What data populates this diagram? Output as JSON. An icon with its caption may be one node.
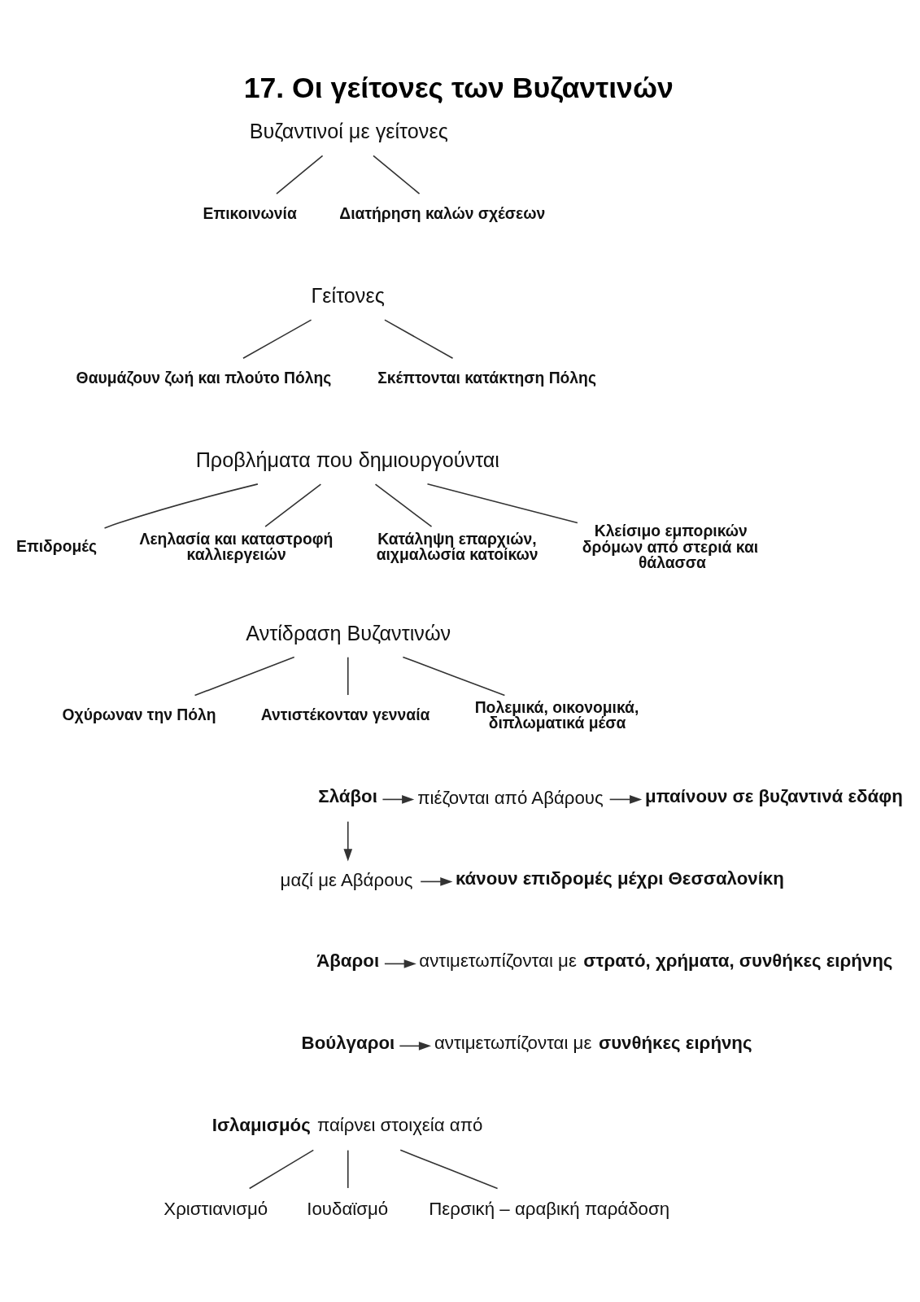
{
  "diagram": {
    "title": "17. Οι γείτονες των Βυζαντινών",
    "nodes": [
      {
        "text": [
          "Βυζαντινοί με γείτονες"
        ]
      },
      {
        "text": [
          "Επικοινωνία"
        ]
      },
      {
        "text": [
          "Διατήρηση καλών σχέσεων"
        ]
      },
      {
        "text": [
          "Γείτονες"
        ]
      },
      {
        "text": [
          "Θαυμάζουν ζωή και πλούτο Πόλης"
        ]
      },
      {
        "text": [
          "Σκέπτονται κατάκτηση Πόλης"
        ]
      },
      {
        "text": [
          "Προβλήματα που δημιουργούνται"
        ]
      },
      {
        "text": [
          "Επιδρομές"
        ]
      },
      {
        "text": [
          "Λεηλασία και καταστροφή καλλιεργειών"
        ]
      },
      {
        "text": [
          "Κατάληψη επαρχιών, αιχμαλωσία κατοίκων"
        ]
      },
      {
        "text": [
          "Κλείσιμο εμπορικών δρόμων από στεριά και θάλασσα"
        ]
      },
      {
        "text": [
          "Αντίδραση Βυζαντινών"
        ]
      },
      {
        "text": [
          "Οχύρωναν την Πόλη"
        ]
      },
      {
        "text": [
          "Αντιστέκονταν γενναία"
        ]
      },
      {
        "text": [
          "Πολεμικά, οικονομικά, διπλωματικά μέσα"
        ]
      },
      {
        "text": [
          "Σλάβοι"
        ]
      },
      {
        "text": [
          "πιέζονται από Αβάρους"
        ]
      },
      {
        "text": [
          "μπαίνουν σε βυζαντινά εδάφη"
        ]
      },
      {
        "text": [
          "μαζί με Αβάρους"
        ]
      },
      {
        "text": [
          "κάνουν επιδρομές μέχρι Θεσσαλονίκη"
        ]
      },
      {
        "text": [
          "Άβαροι"
        ]
      },
      {
        "text": [
          "αντιμετωπίζονται με **στρατό, χρήματα, συνθήκες ειρήνης**"
        ]
      },
      {
        "text": [
          "Βούλγαροι"
        ]
      },
      {
        "text": [
          "αντιμετωπίζονται με **συνθήκες ειρήνης**"
        ]
      },
      {
        "text": [
          "**Ισλαμισμός** παίρνει στοιχεία από"
        ]
      },
      {
        "text": [
          "Χριστιανισμό"
        ]
      },
      {
        "text": [
          "Ιουδαϊσμό"
        ]
      },
      {
        "text": [
          "Περσική – αραβική παράδοση"
        ]
      }
    ],
    "edges": [
      {
        "from": 0,
        "to": 1,
        "arrow": "none"
      },
      {
        "from": 0,
        "to": 2,
        "arrow": "none"
      },
      {
        "from": 3,
        "to": 4,
        "arrow": "none"
      },
      {
        "from": 3,
        "to": 5,
        "arrow": "none"
      },
      {
        "from": 6,
        "to": 7,
        "arrow": "none"
      },
      {
        "from": 6,
        "to": 8,
        "arrow": "none"
      },
      {
        "from": 6,
        "to": 9,
        "arrow": "none"
      },
      {
        "from": 6,
        "to": 10,
        "arrow": "none"
      },
      {
        "from": 11,
        "to": 12,
        "arrow": "none"
      },
      {
        "from": 11,
        "to": 13,
        "arrow": "none"
      },
      {
        "from": 11,
        "to": 14,
        "arrow": "none"
      },
      {
        "from": 15,
        "to": 16,
        "arrow": "to"
      },
      {
        "from": 16,
        "to": 17,
        "arrow": "to"
      },
      {
        "from": 15,
        "to": 18,
        "arrow": "to"
      },
      {
        "from": 18,
        "to": 19,
        "arrow": "to"
      },
      {
        "from": 20,
        "to": 21,
        "arrow": "to"
      },
      {
        "from": 22,
        "to": 23,
        "arrow": "to"
      },
      {
        "from": 24,
        "to": 25,
        "arrow": "none"
      },
      {
        "from": 24,
        "to": 26,
        "arrow": "none"
      },
      {
        "from": 24,
        "to": 27,
        "arrow": "none"
      }
    ]
  }
}
